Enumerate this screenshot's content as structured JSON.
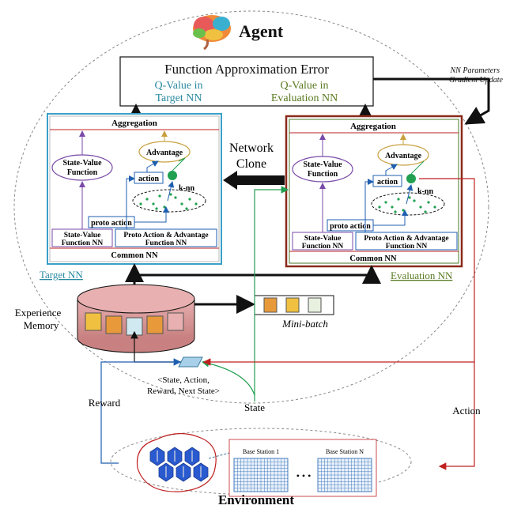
{
  "agent": {
    "title": "Agent"
  },
  "error": {
    "title": "Function Approximation Error",
    "q_target": [
      "Q-Value in",
      "Target NN"
    ],
    "q_eval": [
      "Q-Value in",
      "Evaluation NN"
    ]
  },
  "nn_update": [
    "NN Parameters",
    "Gradient Update"
  ],
  "network_clone": [
    "Network",
    "Clone"
  ],
  "target_nn": {
    "label": "Target NN",
    "aggregation": "Aggregation",
    "state_value": [
      "State-Value",
      "Function"
    ],
    "advantage": "Advantage",
    "action": "action",
    "knn": "k-nn",
    "proto_action": "proto action",
    "state_value_nn": [
      "State-Value",
      "Function NN"
    ],
    "proto_adv_nn": [
      "Proto Action & Advantage",
      "Function NN"
    ],
    "common_nn": "Common NN"
  },
  "eval_nn": {
    "label": "Evaluation NN",
    "aggregation": "Aggregation",
    "state_value": [
      "State-Value",
      "Function"
    ],
    "advantage": "Advantage",
    "action": "action",
    "knn": "k-nn",
    "proto_action": "proto action",
    "state_value_nn": [
      "State-Value",
      "Function NN"
    ],
    "proto_adv_nn": [
      "Proto Action & Advantage",
      "Function NN"
    ],
    "common_nn": "Common NN"
  },
  "experience": [
    "Experience",
    "Memory"
  ],
  "minibatch": "Mini-batch",
  "transition": [
    "<State, Action,",
    "Reward, Next State>"
  ],
  "reward": "Reward",
  "state": "State",
  "action": "Action",
  "env": {
    "title": "Environment",
    "bs1": "Base Station 1",
    "bsn": "Base Station N",
    "dots": "• • •"
  },
  "colors": {
    "target_border": "#3aa0c8",
    "eval_border": "#8a2a1a",
    "eval_inner": "#4a7a2a",
    "green": "#20a050",
    "red": "#c02020",
    "blue": "#1f5fb0",
    "purple": "#7a4aa8",
    "gold": "#c8a040",
    "teal_text": "#2a8aa0",
    "olive_text": "#5a7a20"
  }
}
